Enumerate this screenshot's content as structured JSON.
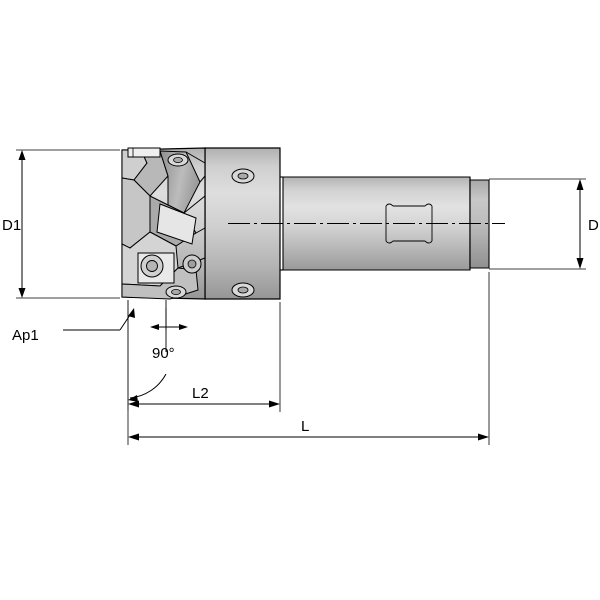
{
  "drawing": {
    "title": "indexable-shoulder-milling-cutter-technical-drawing",
    "background_color": "#ffffff",
    "line_color": "#000000",
    "body_fill_light": "#d9d9d9",
    "body_fill_mid": "#c4c4c4",
    "body_fill_dark": "#9e9e9e",
    "insert_fill": "#efefef"
  },
  "labels": {
    "diameter_cutting": "D1",
    "diameter_shank": "D",
    "depth_of_cut": "Ap1",
    "angle": "90°",
    "length_to_shoulder": "L2",
    "overall_length": "L"
  }
}
